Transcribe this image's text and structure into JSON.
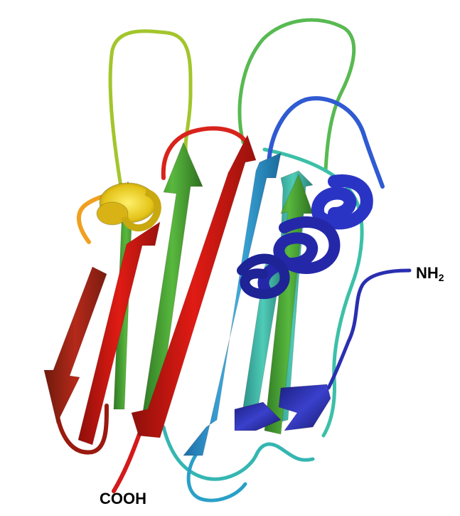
{
  "labels": {
    "n_terminus": "NH",
    "n_terminus_subscript": "2",
    "c_terminus": "COOH"
  },
  "colors": {
    "background": "#ffffff",
    "n_terminal_blue": "#2a2fb0",
    "cyan": "#2ea9d8",
    "teal": "#3cb9a6",
    "green": "#4aa83a",
    "yellow_green": "#9ccb2e",
    "yellow": "#f2d21a",
    "orange": "#e98a1e",
    "red": "#d41a1a",
    "dark_red": "#a01c12"
  }
}
